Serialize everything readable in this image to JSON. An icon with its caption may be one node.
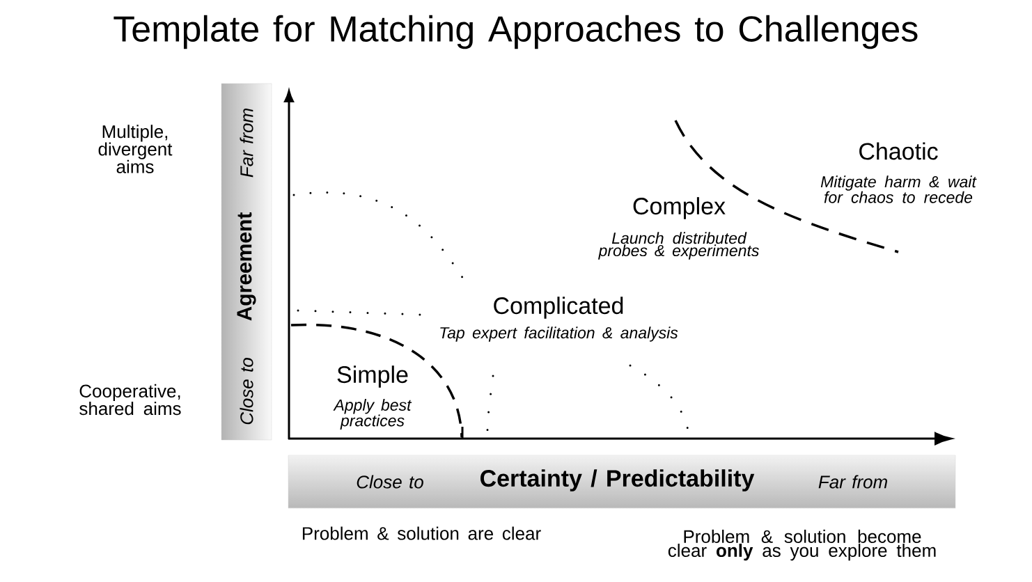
{
  "diagram": {
    "title": "Template for Matching Approaches to Challenges",
    "nodes": [
      {
        "text": [
          "Far from",
          "Agreement",
          "Close to"
        ]
      },
      {
        "text": [
          "Close to",
          "Certainty / Predictability",
          "Far from"
        ]
      }
    ],
    "labels": [
      "Multiple, divergent aims",
      "Chaotic",
      "Mitigate harm & wait for chaos to recede",
      "Complex",
      "Launch distributed probes & experiments",
      "Complicated",
      "Tap expert facilitation & analysis",
      "Simple",
      "Apply best practices",
      "Cooperative, shared aims",
      "Problem & solution are clear",
      "Problem & solution become clear **only** as you explore them"
    ]
  }
}
